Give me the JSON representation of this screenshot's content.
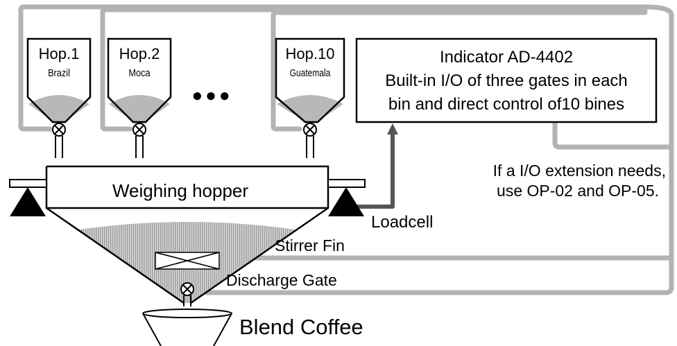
{
  "hoppers": [
    {
      "id": "Hop.1",
      "name": "Brazil"
    },
    {
      "id": "Hop.2",
      "name": "Moca"
    },
    {
      "id": "Hop.10",
      "name": "Guatemala"
    }
  ],
  "ellipsis": "●●●",
  "indicator": {
    "title": "Indicator AD-4402",
    "line2": "Built-in I/O of three gates in each",
    "line3": "bin and direct control of10 bines"
  },
  "extension_note": {
    "line1": "If a I/O extension needs,",
    "line2": "use OP-02 and OP-05."
  },
  "weighing_hopper": "Weighing hopper",
  "loadcell": "Loadcell",
  "stirrer_fin": "Stirrer Fin",
  "discharge_gate": "Discharge Gate",
  "blend_coffee": "Blend Coffee",
  "colors": {
    "line": "#b3b3b3",
    "coffee": "#b8b8b8",
    "dark_arrow": "#555555",
    "outline": "#000000"
  }
}
